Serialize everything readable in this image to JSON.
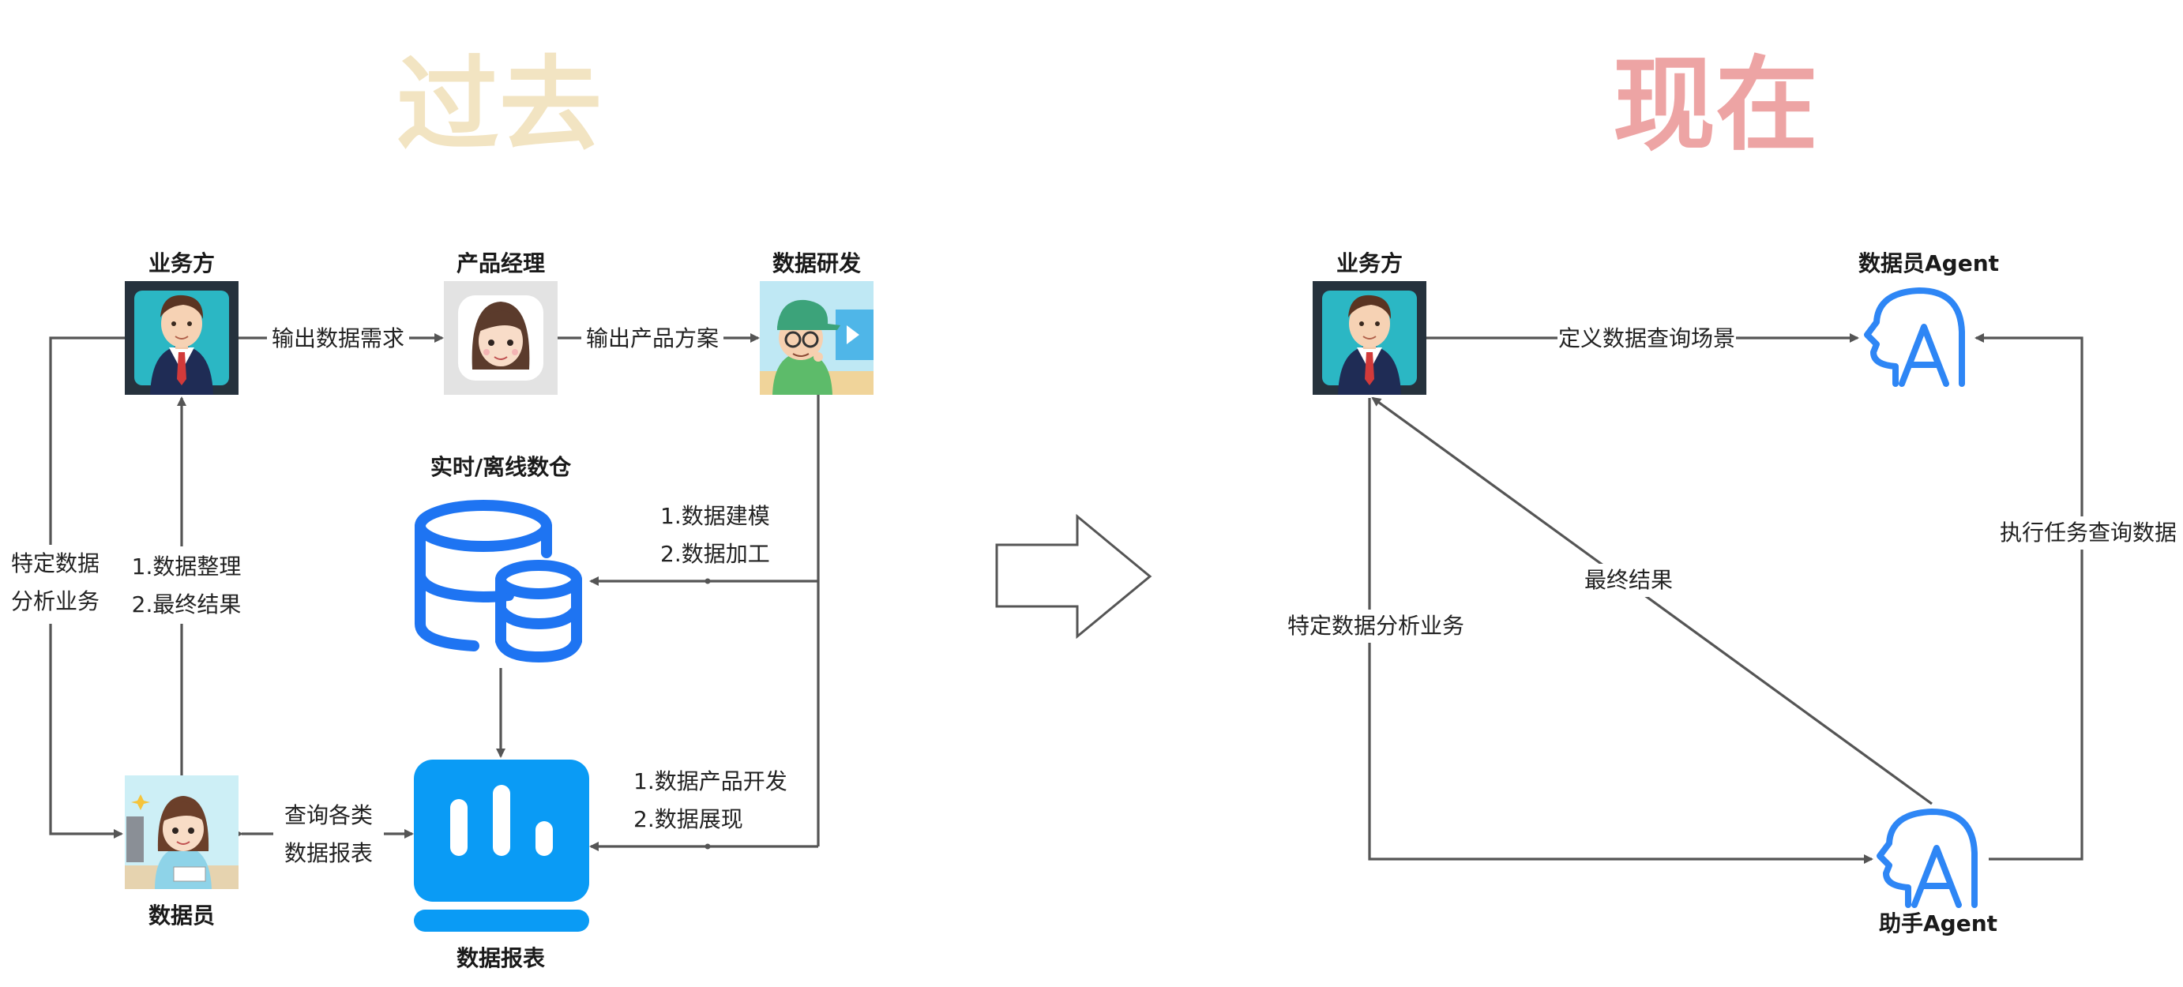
{
  "colors": {
    "past_title": "#F2E4C2",
    "now_title": "#EDA4A4",
    "db_blue": "#1E74F2",
    "report_blue": "#0A9BF5",
    "ai_blue": "#2E86F5",
    "line": "#555555"
  },
  "past": {
    "title": "过去",
    "nodes": {
      "business": {
        "label": "业务方",
        "icon": "businessman-avatar-icon"
      },
      "pm": {
        "label": "产品经理",
        "icon": "woman-face-avatar-icon"
      },
      "dev": {
        "label": "数据研发",
        "icon": "developer-avatar-icon"
      },
      "warehouse": {
        "label": "实时/离线数仓",
        "icon": "database-icon"
      },
      "analyst": {
        "label": "数据员",
        "icon": "analyst-avatar-icon"
      },
      "report": {
        "label": "数据报表",
        "icon": "report-monitor-icon"
      }
    },
    "edges": {
      "business_to_pm": "输出数据需求",
      "pm_to_dev": "输出产品方案",
      "dev_to_warehouse": [
        "1.数据建模",
        "2.数据加工"
      ],
      "dev_to_report": [
        "1.数据产品开发",
        "2.数据展现"
      ],
      "analyst_report": [
        "查询各类",
        "数据报表"
      ],
      "analyst_to_business": [
        "1.数据整理",
        "2.最终结果"
      ],
      "business_to_analyst": [
        "特定数据",
        "分析业务"
      ]
    }
  },
  "arrow": {
    "icon": "right-arrow-outline-icon"
  },
  "now": {
    "title": "现在",
    "nodes": {
      "business": {
        "label": "业务方",
        "icon": "businessman-avatar-icon"
      },
      "data_agent": {
        "label": "数据员Agent",
        "icon": "ai-head-icon"
      },
      "helper_agent": {
        "label": "助手Agent",
        "icon": "ai-head-icon"
      }
    },
    "edges": {
      "business_to_data_agent": "定义数据查询场景",
      "helper_to_data_agent": "执行任务查询数据",
      "helper_to_business": "最终结果",
      "business_to_helper": "特定数据分析业务"
    }
  }
}
